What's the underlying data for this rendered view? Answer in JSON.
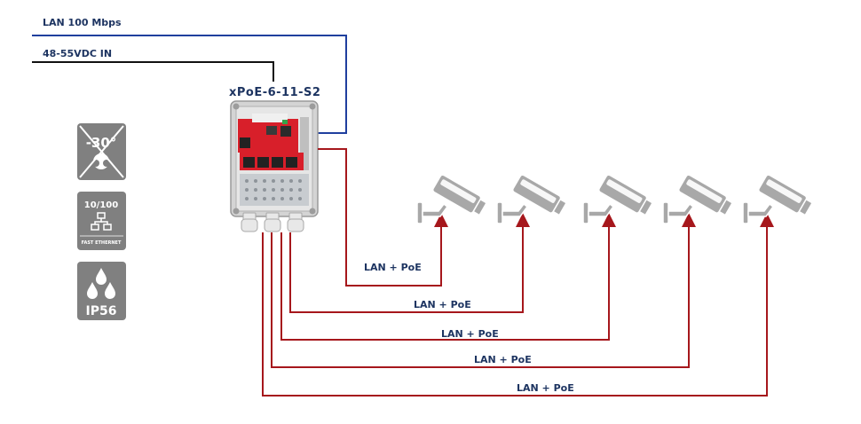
{
  "inputs": {
    "lan_label": "LAN 100 Mbps",
    "power_label": "48-55VDC IN"
  },
  "device": {
    "model": "xPoE-6-11-S2"
  },
  "badges": [
    {
      "name": "temperature-icon",
      "text": "-30°"
    },
    {
      "name": "ethernet-icon",
      "text": "10/100",
      "subtext": "FAST ETHERNET"
    },
    {
      "name": "ip-rating-icon",
      "text": "IP56"
    }
  ],
  "links": [
    {
      "label": "LAN + PoE"
    },
    {
      "label": "LAN + PoE"
    },
    {
      "label": "LAN + PoE"
    },
    {
      "label": "LAN + PoE"
    },
    {
      "label": "LAN + PoE"
    }
  ],
  "colors": {
    "lan": "#1f3f9e",
    "power": "#111111",
    "poe": "#a6171c",
    "text": "#1d3461",
    "badge": "#808080",
    "camera": "#a8a8a8"
  }
}
